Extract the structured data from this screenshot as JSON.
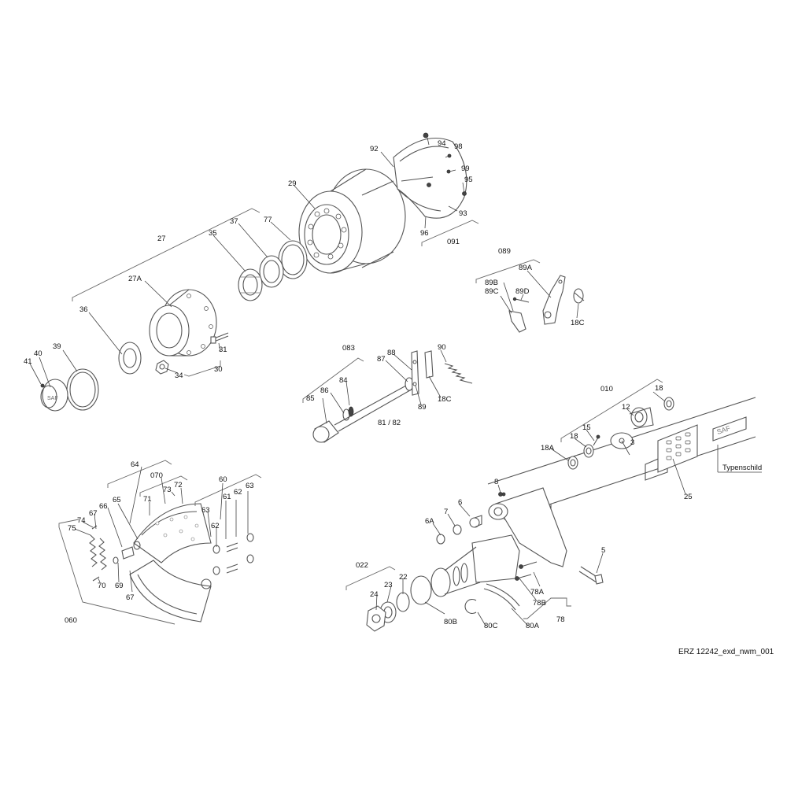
{
  "caption": "ERZ 12242_exd_nwm_001",
  "nameplate_label": "Typenschild",
  "labels": {
    "l94": "94",
    "l98": "98",
    "l92": "92",
    "l99": "99",
    "l95": "95",
    "l93": "93",
    "l96": "96",
    "l091": "091",
    "l29": "29",
    "l77": "77",
    "l37": "37",
    "l35": "35",
    "l27": "27",
    "l27A": "27A",
    "l36": "36",
    "l39": "39",
    "l40": "40",
    "l41": "41",
    "l31": "31",
    "l34": "34",
    "l30": "30",
    "l089": "089",
    "l89A": "89A",
    "l89B": "89B",
    "l89C": "89C",
    "l89D": "89D",
    "l18C_a": "18C",
    "l083": "083",
    "l88": "88",
    "l87": "87",
    "l90": "90",
    "l84": "84",
    "l86": "86",
    "l85": "85",
    "l89": "89",
    "l18C_b": "18C",
    "l8182": "81 / 82",
    "l010": "010",
    "l18_a": "18",
    "l12": "12",
    "l15": "15",
    "l18_b": "18",
    "l18A": "18A",
    "l3": "3",
    "l25": "25",
    "l64": "64",
    "l070": "070",
    "l73": "73",
    "l72": "72",
    "l71": "71",
    "l60": "60",
    "l61": "61",
    "l62_a": "62",
    "l63_a": "63",
    "l66": "66",
    "l65": "65",
    "l74": "74",
    "l67_a": "67",
    "l75": "75",
    "l63_b": "63",
    "l62_b": "62",
    "l70": "70",
    "l69": "69",
    "l67_b": "67",
    "l060": "060",
    "l8": "8",
    "l6A": "6A",
    "l7": "7",
    "l6": "6",
    "l022": "022",
    "l22": "22",
    "l23": "23",
    "l24": "24",
    "l80B": "80B",
    "l80C": "80C",
    "l80A": "80A",
    "l78A": "78A",
    "l78B": "78B",
    "l78": "78",
    "l5": "5"
  }
}
